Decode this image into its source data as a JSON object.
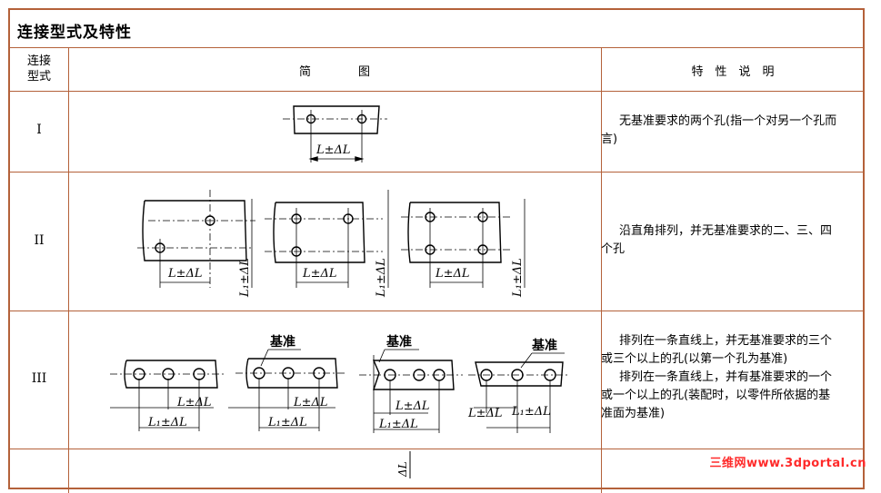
{
  "table": {
    "title": "连接型式及特性",
    "headers": {
      "type_line1": "连接",
      "type_line2": "型式",
      "diagram": "简　　　　图",
      "characteristics": "特　性　说　明"
    },
    "rows": [
      {
        "type": "I",
        "desc": [
          "无基准要求的两个孔(指一个对另一个孔而",
          "言)"
        ]
      },
      {
        "type": "II",
        "desc": [
          "沿直角排列，并无基准要求的二、三、四",
          "个孔"
        ]
      },
      {
        "type": "III",
        "desc": [
          "排列在一条直线上，并无基准要求的三个",
          "或三个以上的孔(以第一个孔为基准)",
          "排列在一条直线上，并有基准要求的一个",
          "或一个以上的孔(装配时，以零件所依据的基",
          "准面为基准)"
        ]
      }
    ]
  },
  "diagram_labels": {
    "dim_L": "L±ΔL",
    "dim_L1": "L₁±ΔL",
    "datum": "基准",
    "partial": "ΔL"
  },
  "watermark": "三维网www.3dportal.cn"
}
